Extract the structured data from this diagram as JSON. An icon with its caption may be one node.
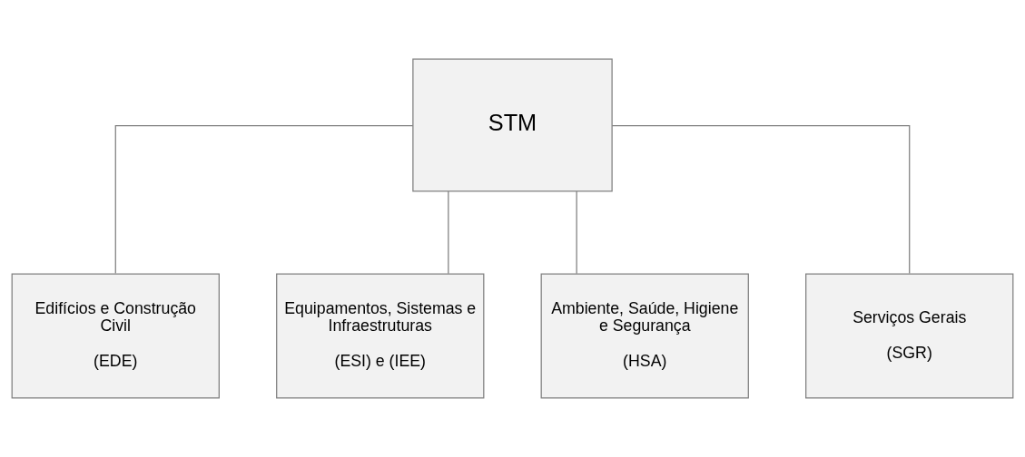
{
  "diagram": {
    "nodes": [
      {
        "text": [
          "STM"
        ]
      },
      {
        "text": [
          "Edifícios e Construção Civil",
          "(EDE)"
        ]
      },
      {
        "text": [
          "Equipamentos, Sistemas e Infraestruturas",
          "(ESI) e (IEE)"
        ]
      },
      {
        "text": [
          "Ambiente, Saúde, Higiene e Segurança",
          "(HSA)"
        ]
      },
      {
        "text": [
          "Serviços Gerais",
          "(SGR)"
        ]
      }
    ],
    "edges": [
      {
        "from": 0,
        "to": 1,
        "arrow": "none"
      },
      {
        "from": 0,
        "to": 2,
        "arrow": "none"
      },
      {
        "from": 0,
        "to": 3,
        "arrow": "none"
      },
      {
        "from": 0,
        "to": 4,
        "arrow": "none"
      }
    ]
  }
}
